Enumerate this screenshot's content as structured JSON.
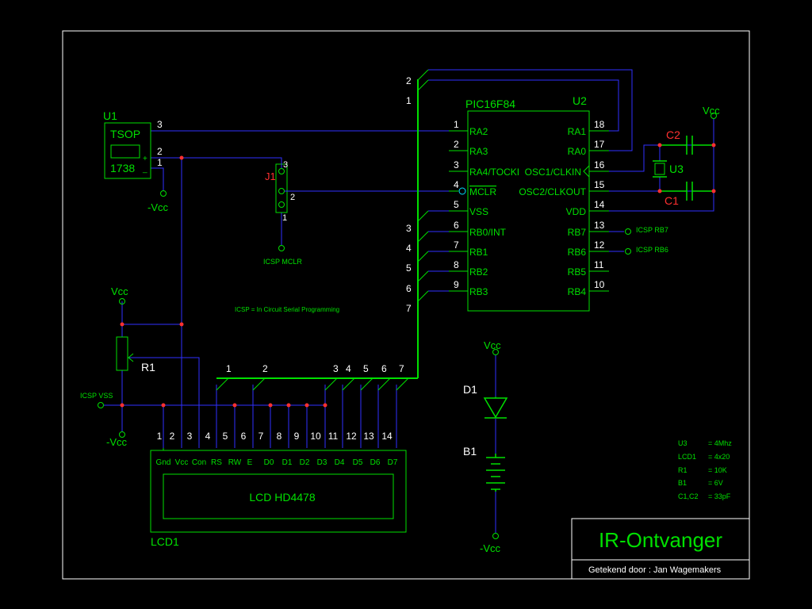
{
  "colors": {
    "background": "#000000",
    "green": "#00e000",
    "blue": "#3030ff",
    "white": "#ffffff",
    "yellow": "#e8e800",
    "red": "#ff3030"
  },
  "u1": {
    "ref": "U1",
    "line1": "TSOP",
    "line2": "1738",
    "pin3": "3",
    "pin2": "2",
    "pin1": "1",
    "plus": "+",
    "minus": "_",
    "gnd": "-Vcc"
  },
  "j1": {
    "ref": "J1",
    "pin3": "3",
    "pin2": "2",
    "pin1": "1",
    "label": "ICSP MCLR"
  },
  "u2": {
    "part": "PIC16F84",
    "ref": "U2",
    "left_pins": [
      {
        "num": "1",
        "name": "RA2"
      },
      {
        "num": "2",
        "name": "RA3"
      },
      {
        "num": "3",
        "name": "RA4/TOCKI"
      },
      {
        "num": "4",
        "name": "MCLR"
      },
      {
        "num": "5",
        "name": "VSS"
      },
      {
        "num": "6",
        "name": "RB0/INT"
      },
      {
        "num": "7",
        "name": "RB1"
      },
      {
        "num": "8",
        "name": "RB2"
      },
      {
        "num": "9",
        "name": "RB3"
      }
    ],
    "right_pins": [
      {
        "num": "18",
        "name": "RA1"
      },
      {
        "num": "17",
        "name": "RA0"
      },
      {
        "num": "16",
        "name": "OSC1/CLKIN"
      },
      {
        "num": "15",
        "name": "OSC2/CLKOUT"
      },
      {
        "num": "14",
        "name": "VDD"
      },
      {
        "num": "13",
        "name": "RB7"
      },
      {
        "num": "12",
        "name": "RB6"
      },
      {
        "num": "11",
        "name": "RB5"
      },
      {
        "num": "10",
        "name": "RB4"
      }
    ]
  },
  "bus_numbers_left": [
    "2",
    "1",
    "3",
    "4",
    "5",
    "6",
    "7"
  ],
  "bus_numbers_bottom": [
    "1",
    "2",
    "3",
    "4",
    "5",
    "6",
    "7"
  ],
  "icsp_rb7": "ICSP RB7",
  "icsp_rb6": "ICSP RB6",
  "crystal": {
    "c2": "C2",
    "c1": "C1",
    "u3": "U3",
    "vcc": "Vcc"
  },
  "icsp_note": "ICSP = In Circuit Serial Programming",
  "r1": {
    "ref": "R1",
    "vcc": "Vcc",
    "gnd": "-Vcc",
    "icsp_vss": "ICSP VSS"
  },
  "lcd": {
    "ref": "LCD1",
    "title": "LCD HD4478",
    "pins": [
      "1",
      "2",
      "3",
      "4",
      "5",
      "6",
      "7",
      "8",
      "9",
      "10",
      "11",
      "12",
      "13",
      "14"
    ],
    "signals": [
      "Gnd",
      "Vcc",
      "Con",
      "RS",
      "RW",
      "E",
      "D0",
      "D1",
      "D2",
      "D3",
      "D4",
      "D5",
      "D6",
      "D7"
    ]
  },
  "battery": {
    "vcc": "Vcc",
    "d1": "D1",
    "b1": "B1",
    "gnd": "-Vcc"
  },
  "parts_list": [
    {
      "ref": "U3",
      "value": "= 4Mhz"
    },
    {
      "ref": "LCD1",
      "value": "= 4x20"
    },
    {
      "ref": "R1",
      "value": "= 10K"
    },
    {
      "ref": "B1",
      "value": "= 6V"
    },
    {
      "ref": "C1,C2",
      "value": "= 33pF"
    }
  ],
  "title_block": {
    "title": "IR-Ontvanger",
    "drawn_by": "Getekend door : Jan Wagemakers"
  }
}
